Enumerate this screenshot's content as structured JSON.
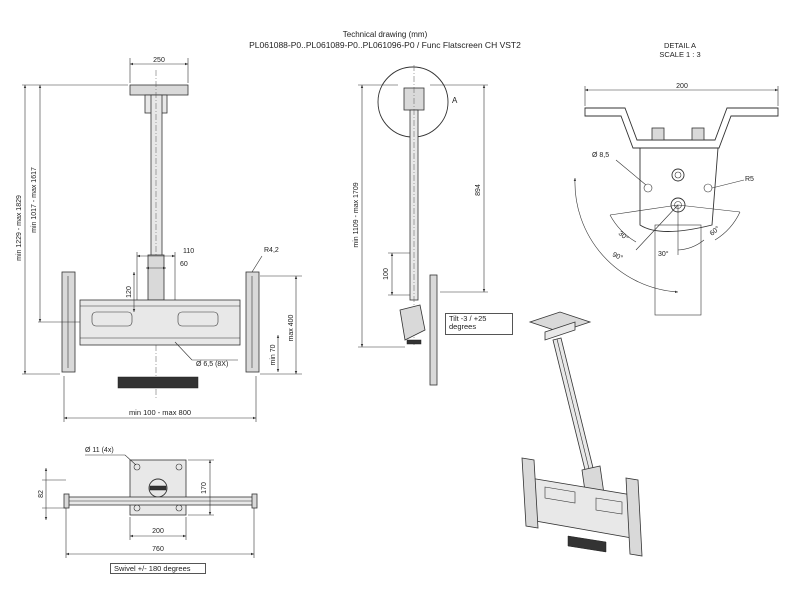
{
  "header": {
    "line1": "Technical drawing (mm)",
    "line2": "PL061088-P0..PL061089-P0..PL061096-P0 / Func Flatscreen CH VST2"
  },
  "detail": {
    "title": "DETAIL A",
    "scale": "SCALE 1 : 3",
    "dim_width": "200",
    "dim_hole": "Ø 8,5",
    "dim_radius": "R5",
    "angle_30_left": "30°",
    "angle_30_right": "30°",
    "angle_60": "60°",
    "angle_90": "90°"
  },
  "front": {
    "dim_top_width": "250",
    "dim_height_overall": "min 1229 - max 1829",
    "dim_height_pole": "min 1017 - max 1617",
    "dim_110": "110",
    "dim_60": "60",
    "dim_120": "120",
    "dim_radius": "R4,2",
    "dim_height_frame": "max 400",
    "dim_min_70": "min 70",
    "dim_holes": "Ø 6,5 (8X)",
    "dim_width": "min 100 - max 800"
  },
  "side": {
    "dim_height": "min 1109 - max 1709",
    "dim_894": "894",
    "dim_100": "100",
    "detail_marker": "A",
    "tilt_label": "Tilt -3 / +25 degrees"
  },
  "top": {
    "dim_holes": "Ø 11 (4x)",
    "dim_82": "82",
    "dim_170": "170",
    "dim_200": "200",
    "dim_760": "760",
    "swivel_label": "Swivel +/- 180 degrees"
  }
}
